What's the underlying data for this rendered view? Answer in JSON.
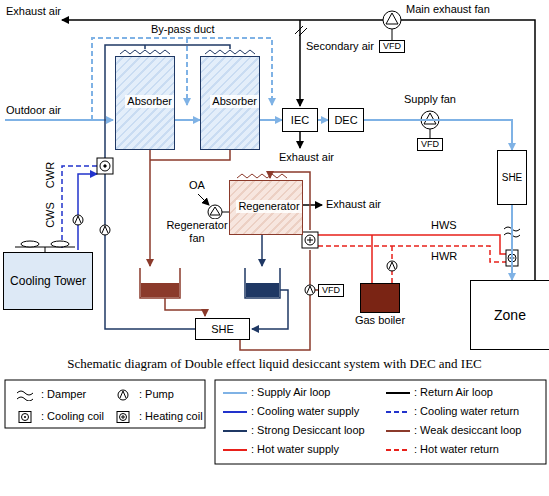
{
  "diagram": {
    "caption": "Schematic diagram of Double effect liquid desiccant system with DEC and IEC",
    "nodes": [
      {
        "text": [
          "Absorber"
        ]
      },
      {
        "text": [
          "Absorber"
        ]
      },
      {
        "text": [
          "IEC"
        ]
      },
      {
        "text": [
          "DEC"
        ]
      },
      {
        "text": [
          "SHE"
        ]
      },
      {
        "text": [
          "Zone"
        ]
      },
      {
        "text": [
          "Regenerator"
        ]
      },
      {
        "text": [
          "Gas boiler"
        ]
      },
      {
        "text": [
          "SHE"
        ]
      },
      {
        "text": [
          "Cooling Tower"
        ]
      },
      {
        "text": [
          "VFD"
        ]
      },
      {
        "text": [
          "VFD"
        ]
      },
      {
        "text": [
          "VFD"
        ]
      }
    ],
    "edges": [
      {
        "from": 0,
        "to": 1,
        "arrow": "to"
      },
      {
        "from": 1,
        "to": 2,
        "arrow": "to"
      },
      {
        "from": 2,
        "to": 3,
        "arrow": "to"
      },
      {
        "from": 3,
        "to": 4,
        "arrow": "to"
      },
      {
        "from": 4,
        "to": 5,
        "arrow": "to"
      }
    ],
    "labels": [
      "Exhaust air",
      "Main exhaust fan",
      "Secondary air",
      "By-pass duct",
      "Outdoor air",
      "Supply fan",
      "Exhaust air",
      "OA",
      "Regenerator fan",
      "Exhaust air",
      "CWR",
      "CWS",
      "HWS",
      "HWR"
    ],
    "legend": [
      {
        "text": ": Damper"
      },
      {
        "text": ": Pump"
      },
      {
        "text": ": Cooling coil"
      },
      {
        "text": ": Heating coil"
      },
      {
        "text": ": Supply Air loop",
        "color": "#7fb2e5"
      },
      {
        "text": ": Return Air loop",
        "color": "#000000"
      },
      {
        "text": ": Cooling water supply",
        "color": "#2233cc"
      },
      {
        "text": ": Cooling water return"
      },
      {
        "text": ": Strong Desiccant loop",
        "color": "#1f3864"
      },
      {
        "text": ": Weak desiccant loop",
        "color": "#8b3a2b"
      },
      {
        "text": ": Hot water supply",
        "color": "#e8201a"
      },
      {
        "text": ": Hot water return"
      }
    ]
  }
}
